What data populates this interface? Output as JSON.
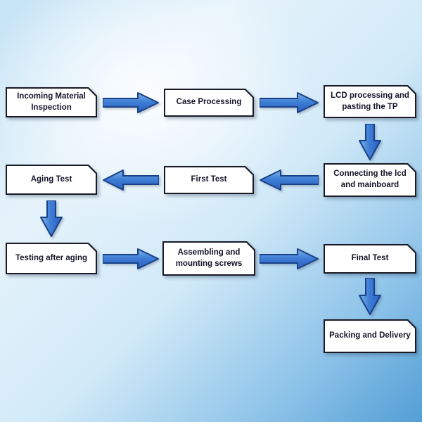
{
  "canvas": {
    "background_light": "#fbfdff",
    "background_mid": "#d2eaf8",
    "background_deep": "#539fd6",
    "box_fill": "#ffffff",
    "box_border": "#1a1a26",
    "text_color": "#141428",
    "arrow_fill_light": "#7db6ea",
    "arrow_fill_dark": "#2a5fc0",
    "arrow_stroke": "#1a4186"
  },
  "flowchart": {
    "steps": [
      {
        "label": "Incoming Material Inspection"
      },
      {
        "label": "Case Processing"
      },
      {
        "label": "LCD processing and pasting the TP"
      },
      {
        "label": "Connecting the lcd and mainboard"
      },
      {
        "label": "First Test"
      },
      {
        "label": "Aging  Test"
      },
      {
        "label": "Testing after aging"
      },
      {
        "label": "Assembling and mounting screws"
      },
      {
        "label": "Final Test"
      },
      {
        "label": "Packing and Delivery"
      }
    ],
    "connections": [
      {
        "from": "Incoming Material Inspection",
        "to": "Case Processing",
        "direction": "right"
      },
      {
        "from": "Case Processing",
        "to": "LCD processing and pasting the TP",
        "direction": "right"
      },
      {
        "from": "LCD processing and pasting the TP",
        "to": "Connecting the lcd and mainboard",
        "direction": "down"
      },
      {
        "from": "Connecting the lcd and mainboard",
        "to": "First Test",
        "direction": "left"
      },
      {
        "from": "First Test",
        "to": "Aging  Test",
        "direction": "left"
      },
      {
        "from": "Aging  Test",
        "to": "Testing after aging",
        "direction": "down"
      },
      {
        "from": "Testing after aging",
        "to": "Assembling and mounting screws",
        "direction": "right"
      },
      {
        "from": "Assembling and mounting screws",
        "to": "Final Test",
        "direction": "right"
      },
      {
        "from": "Final Test",
        "to": "Packing and Delivery",
        "direction": "down"
      }
    ]
  }
}
